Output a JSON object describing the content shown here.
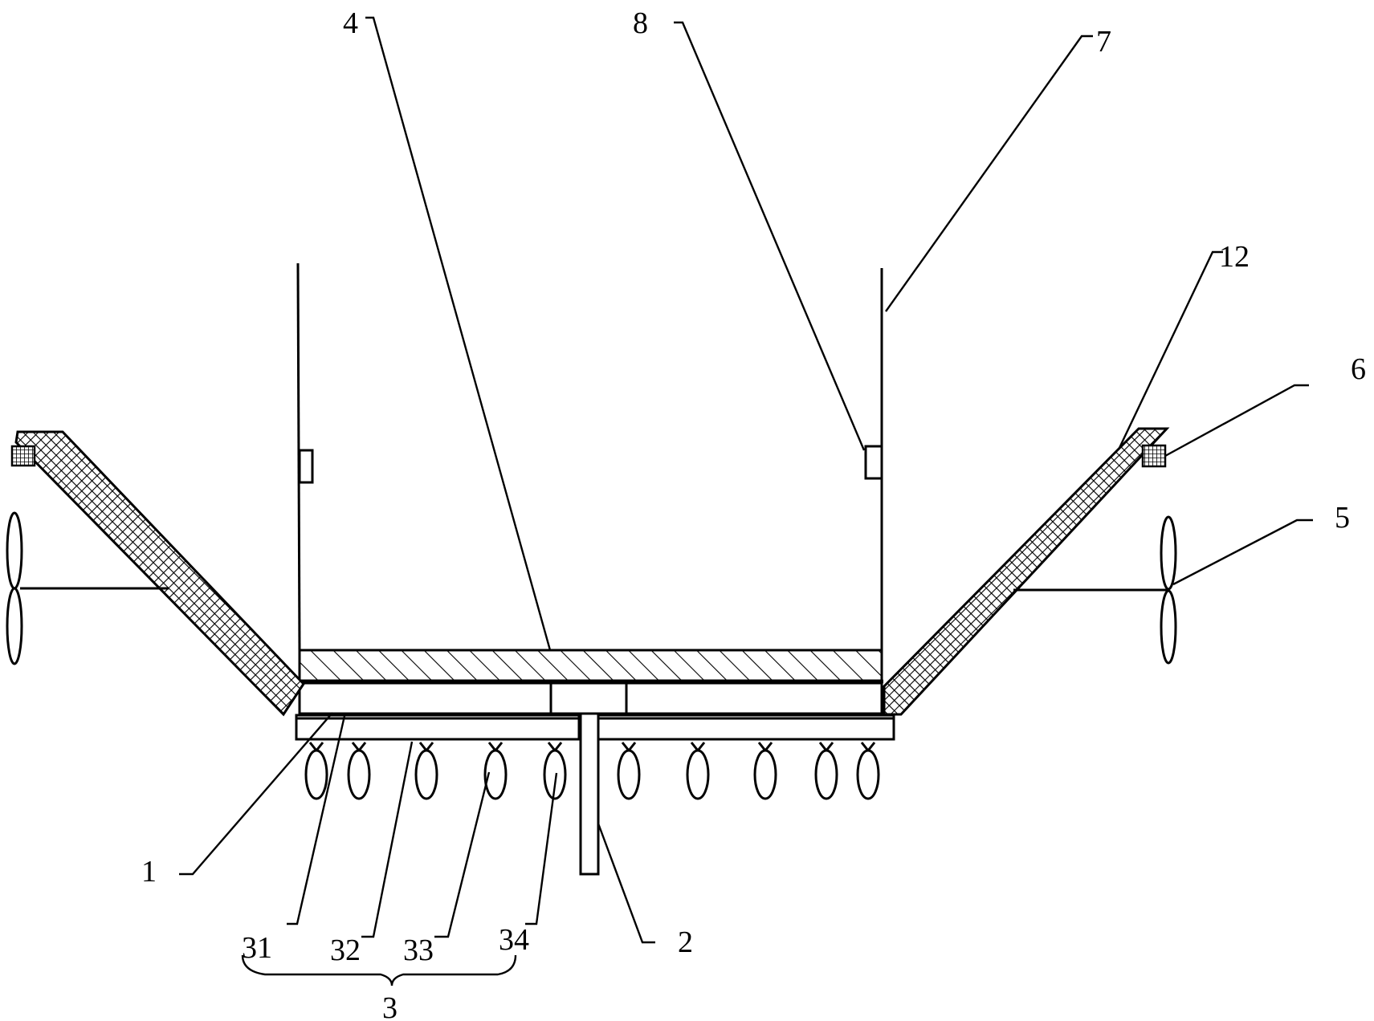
{
  "labels": {
    "l1": "1",
    "l2": "2",
    "l3": "3",
    "l4": "4",
    "l5": "5",
    "l6": "6",
    "l7": "7",
    "l8": "8",
    "l12": "12",
    "l31": "31",
    "l32": "32",
    "l33": "33",
    "l34": "34"
  }
}
